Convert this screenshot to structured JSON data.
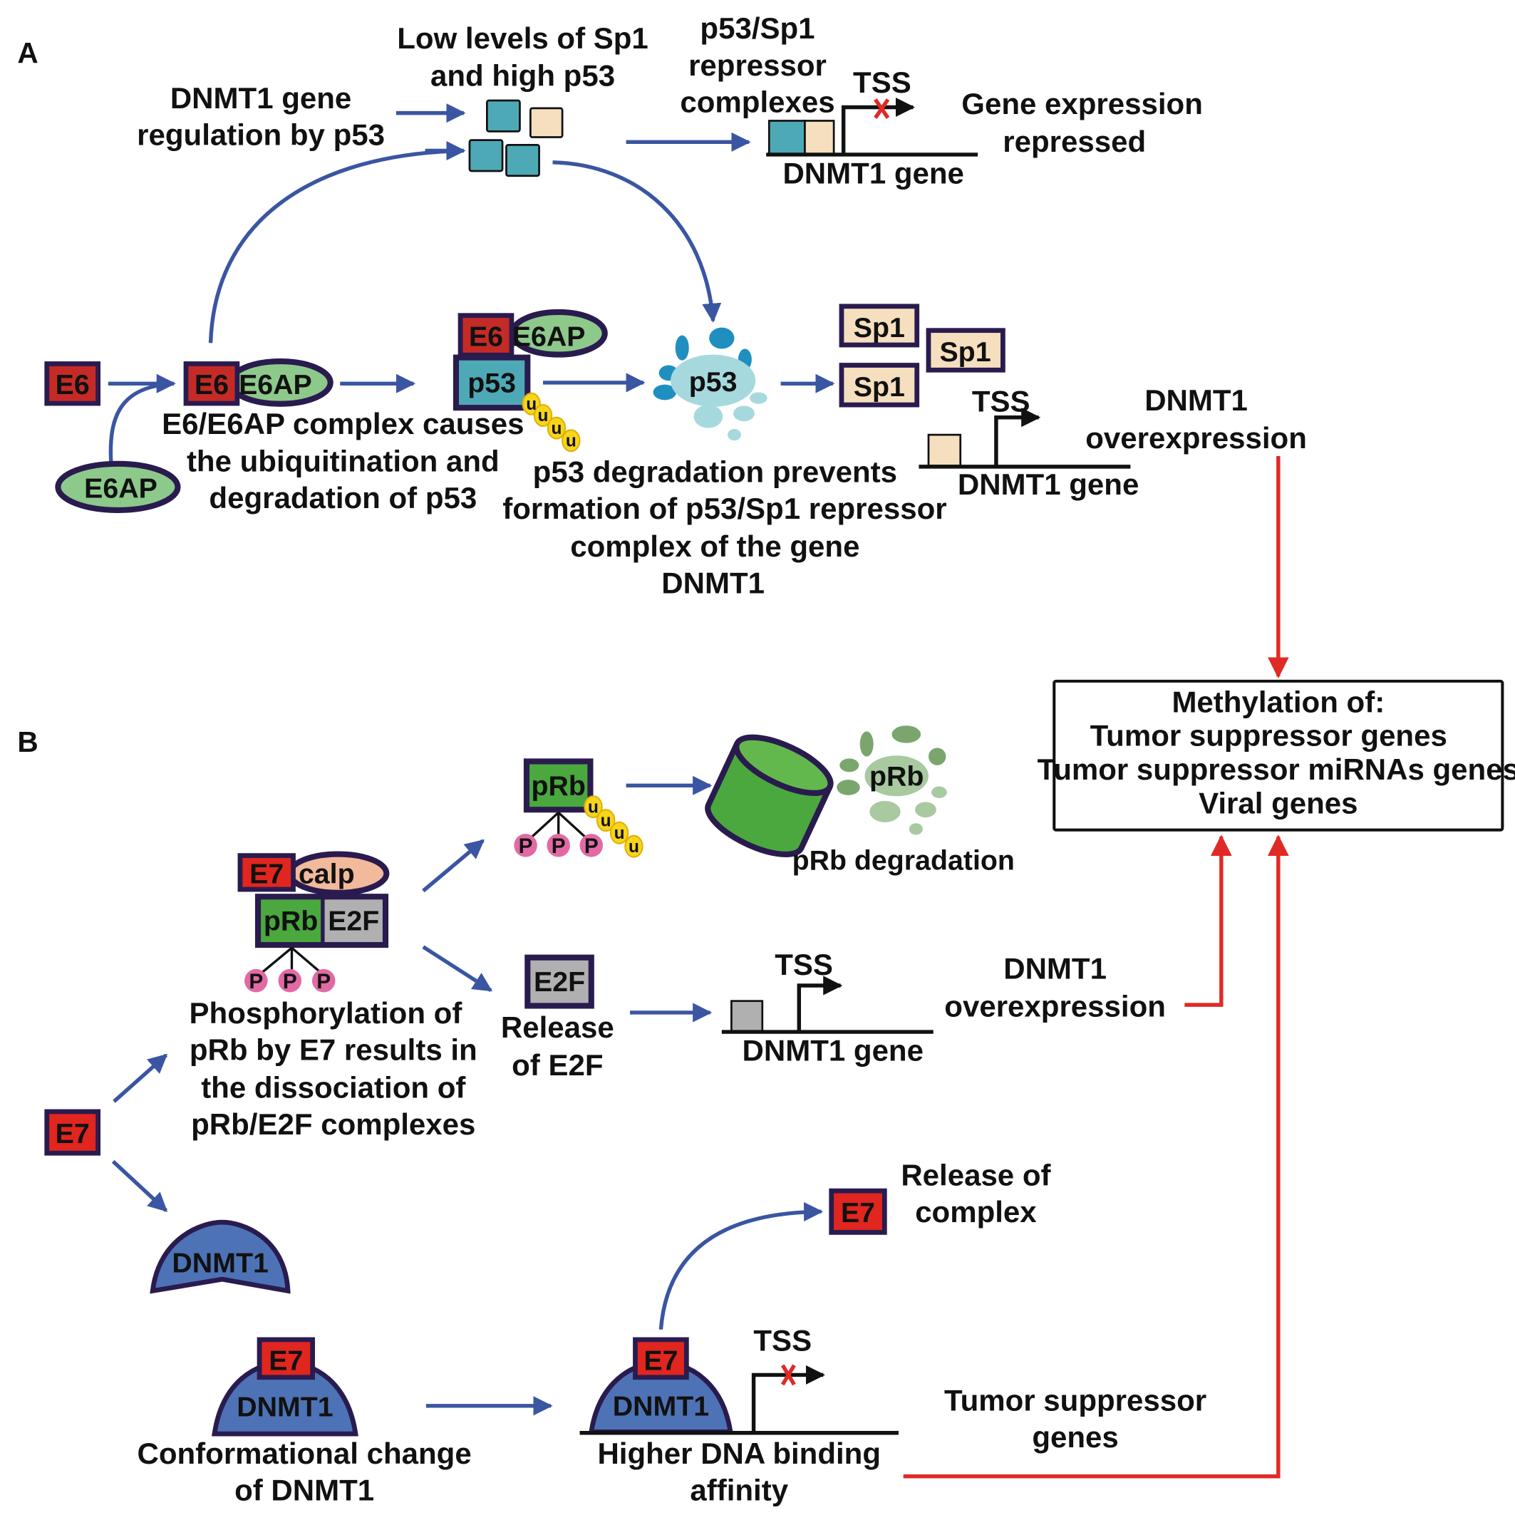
{
  "panels": {
    "a": "A",
    "b": "B"
  },
  "colors": {
    "arrow_blue": "#3a55a2",
    "arrow_red": "#e02a26",
    "e6_e7_red": "#c52b26",
    "e7_bright": "#e0261f",
    "outline": "#2a1b4f",
    "e6ap_green": "#8dc98b",
    "p53_teal": "#4ea9b6",
    "sp1_beige": "#f5dfbe",
    "prb_green": "#4aa83e",
    "e2f_grey": "#b0b0b0",
    "calp_peach": "#f2b99a",
    "phospho_pink": "#e26aa4",
    "ubiquitin_yellow": "#f7d51c",
    "dnmt1_blue": "#4d73b6"
  },
  "panel_a": {
    "regulation_label": [
      "DNMT1 gene",
      "regulation by p53"
    ],
    "low_sp1_label": [
      "Low levels of Sp1",
      "and high p53"
    ],
    "repressor_label": [
      "p53/Sp1",
      "repressor",
      "complexes"
    ],
    "tss": "TSS",
    "gene_label": "DNMT1 gene",
    "repressed_label": [
      "Gene expression",
      "repressed"
    ],
    "e6": "E6",
    "e6ap": "E6AP",
    "p53": "p53",
    "ubiquitin": "u",
    "complex_label": [
      "E6/E6AP complex causes",
      "the ubiquitination and",
      "degradation of p53"
    ],
    "degradation_label": [
      "p53 degradation prevents",
      "formation of p53/Sp1 repressor",
      "complex of the gene",
      "DNMT1"
    ],
    "sp1": "Sp1",
    "overexpression_label": [
      "DNMT1",
      "overexpression"
    ]
  },
  "methylation_box": {
    "title": "Methylation of:",
    "items": [
      "Tumor suppressor genes",
      "Tumor suppressor miRNAs genes",
      "Viral genes"
    ]
  },
  "panel_b": {
    "e7": "E7",
    "calp": "calp",
    "prb": "pRb",
    "e2f": "E2F",
    "phospho": "P",
    "ubiquitin": "u",
    "prb_degradation": "pRb degradation",
    "phosphorylation_label": [
      "Phosphorylation of",
      "pRb by E7 results in",
      "the dissociation of",
      "pRb/E2F complexes"
    ],
    "release_e2f_label": [
      "Release",
      "of E2F"
    ],
    "tss": "TSS",
    "gene_label": "DNMT1 gene",
    "overexpression_label": [
      "DNMT1",
      "overexpression"
    ],
    "dnmt1": "DNMT1",
    "release_complex_label": [
      "Release of",
      "complex"
    ],
    "conformational_label": [
      "Conformational change",
      "of DNMT1"
    ],
    "binding_label": [
      "Higher DNA binding",
      "affinity"
    ],
    "tumor_suppressor_label": [
      "Tumor suppressor",
      "genes"
    ]
  }
}
